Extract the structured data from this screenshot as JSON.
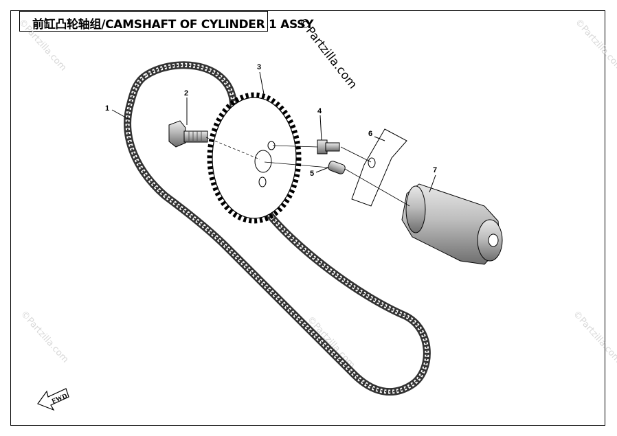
{
  "title": "前缸凸轮轴组/CAMSHAFT OF CYLINDER 1 ASSY",
  "watermark_main": "©Partzilla.com",
  "watermarks": [
    "©Partzilla.com",
    "©Partzilla.com",
    "©Partzilla.com",
    "©Partzilla.com",
    "©Partzilla.com"
  ],
  "callouts": [
    "1",
    "2",
    "3",
    "4",
    "5",
    "6",
    "7"
  ],
  "fwd_label": "FWD"
}
